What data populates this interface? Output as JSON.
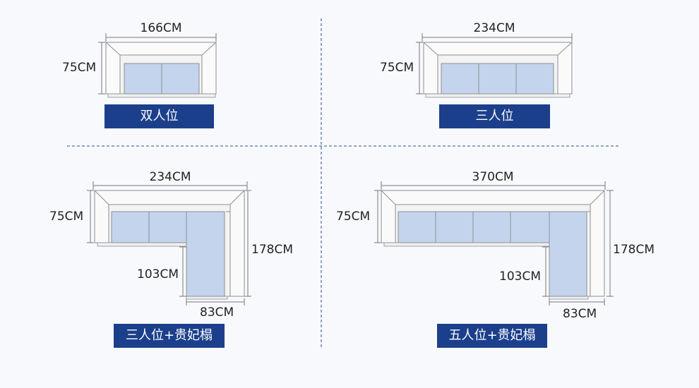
{
  "panels": [
    {
      "label": "双人位",
      "width": "166CM",
      "depth": "75CM"
    },
    {
      "label": "三人位",
      "width": "234CM",
      "depth": "75CM"
    },
    {
      "label": "三人位+贵妃榻",
      "width": "234CM",
      "depth": "75CM",
      "length": "178CM",
      "inner_length": "103CM",
      "chaise_width": "83CM"
    },
    {
      "label": "五人位+贵妃榻",
      "width": "370CM",
      "depth": "75CM",
      "length": "178CM",
      "inner_length": "103CM",
      "chaise_width": "83CM"
    }
  ],
  "colors": {
    "banner": "#1b3f8b",
    "cushion": "#c3d4ec",
    "frame_stroke": "#8c8f96",
    "divider": "#2e4f8f",
    "background": "#f7f9fc"
  }
}
